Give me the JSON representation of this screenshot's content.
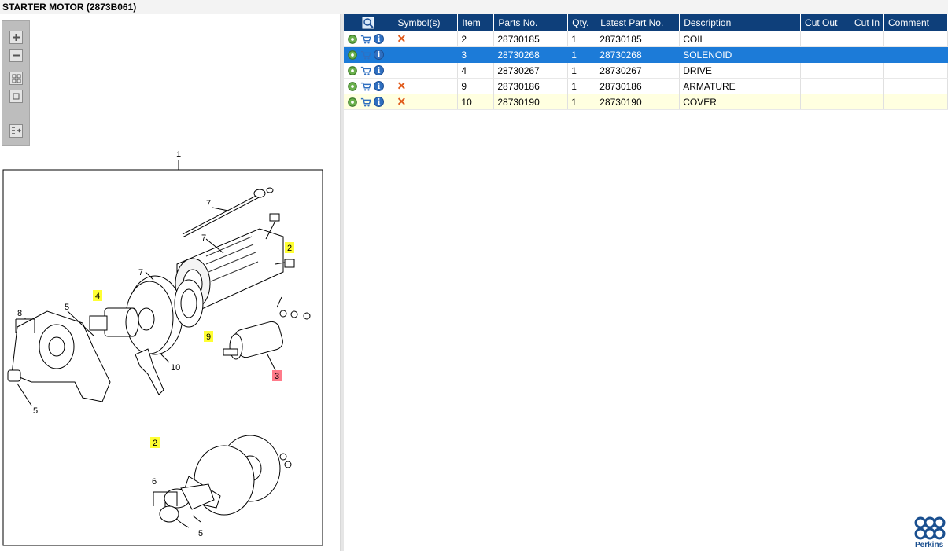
{
  "window": {
    "title": "STARTER MOTOR (2873B061)"
  },
  "toolbar": {
    "buttons": [
      "zoom-in",
      "zoom-out",
      "fit-page",
      "actual-size",
      "export"
    ]
  },
  "diagram": {
    "callouts": {
      "c1": "1",
      "c7a": "7",
      "c7b": "7",
      "c7c": "7",
      "c2a": "2",
      "c4": "4",
      "c5a": "5",
      "c8": "8",
      "c9": "9",
      "c10": "10",
      "c3": "3",
      "c5b": "5",
      "c2b": "2",
      "c6": "6",
      "c5c": "5"
    },
    "highlight_color": "#ffff33",
    "selected_color": "#ff7b8a"
  },
  "grid": {
    "columns": {
      "symbols": "Symbol(s)",
      "item": "Item",
      "parts_no": "Parts No.",
      "qty": "Qty.",
      "latest": "Latest Part No.",
      "description": "Description",
      "cut_out": "Cut Out",
      "cut_in": "Cut In",
      "comment": "Comment"
    },
    "rows": [
      {
        "item": "2",
        "parts_no": "28730185",
        "qty": "1",
        "latest": "28730185",
        "description": "COIL",
        "symbol": "x"
      },
      {
        "item": "3",
        "parts_no": "28730268",
        "qty": "1",
        "latest": "28730268",
        "description": "SOLENOID",
        "symbol": ""
      },
      {
        "item": "4",
        "parts_no": "28730267",
        "qty": "1",
        "latest": "28730267",
        "description": "DRIVE",
        "symbol": ""
      },
      {
        "item": "9",
        "parts_no": "28730186",
        "qty": "1",
        "latest": "28730186",
        "description": "ARMATURE",
        "symbol": "x"
      },
      {
        "item": "10",
        "parts_no": "28730190",
        "qty": "1",
        "latest": "28730190",
        "description": "COVER",
        "symbol": "x"
      }
    ],
    "header_color": "#0e3f7a",
    "selected_row_color": "#1c7bd8"
  },
  "brand": {
    "name": "Perkins"
  }
}
